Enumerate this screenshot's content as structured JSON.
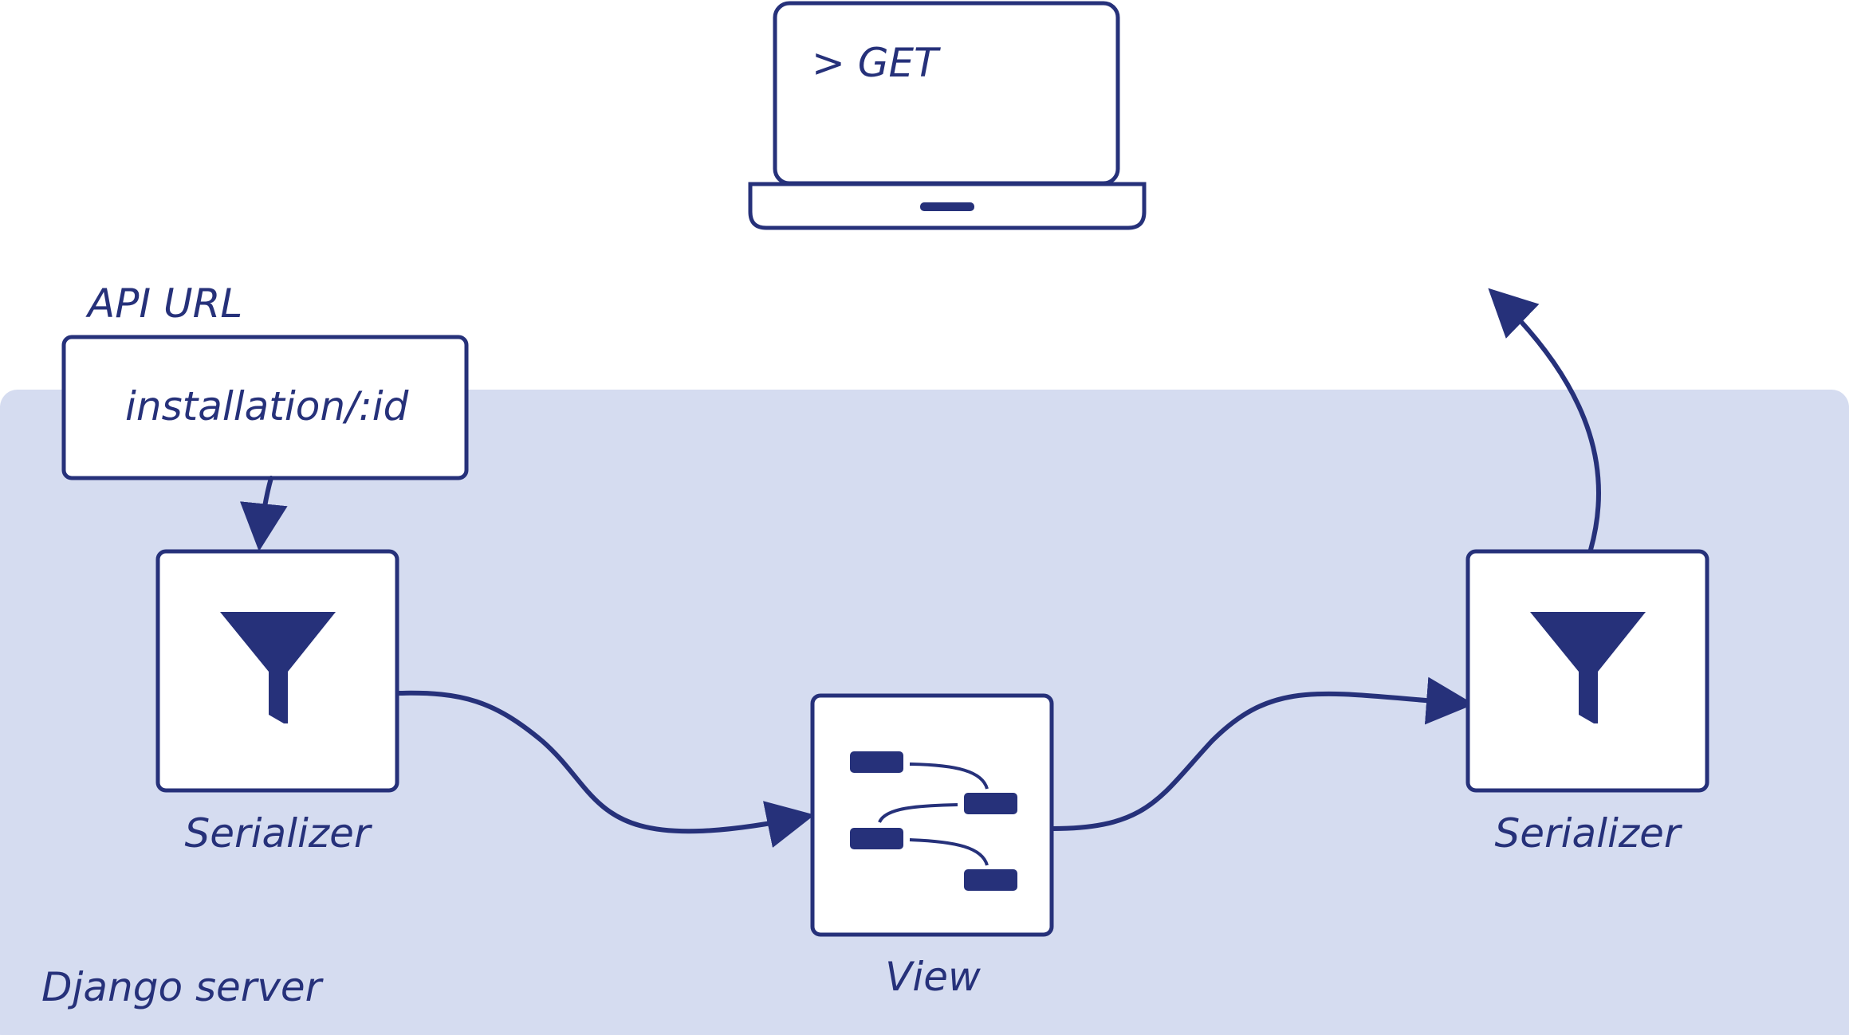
{
  "colors": {
    "ink": "#26317a",
    "server_region": "#d5dcf0",
    "box_fill": "#ffffff",
    "background": "#ffffff"
  },
  "client": {
    "terminal_text": "> GET",
    "icon": "laptop-icon"
  },
  "api_url": {
    "title": "API URL",
    "route": "installation/:id"
  },
  "server": {
    "label": "Django server"
  },
  "nodes": {
    "serializer_in": {
      "label": "Serializer",
      "icon": "funnel-icon"
    },
    "view": {
      "label": "View",
      "icon": "flowchart-icon"
    },
    "serializer_out": {
      "label": "Serializer",
      "icon": "funnel-icon"
    }
  }
}
